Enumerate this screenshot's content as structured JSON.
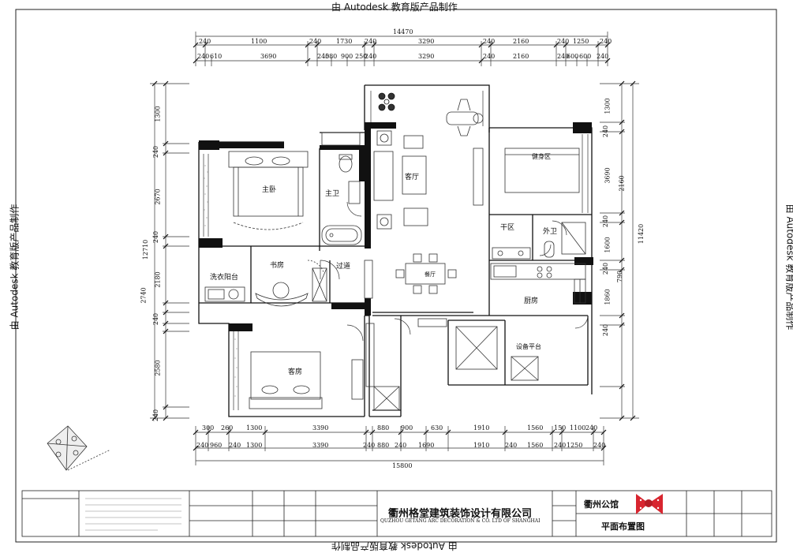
{
  "watermark": "由 Autodesk 教育版产品制作",
  "dimensions": {
    "top_total": "14470",
    "top_row1": [
      "240",
      "1100",
      "240",
      "1730",
      "240",
      "3290",
      "240",
      "2160",
      "240",
      "1250",
      "240"
    ],
    "top_row2": [
      "240",
      "610",
      "3690",
      "240",
      "580",
      "900",
      "250",
      "240",
      "3290",
      "240",
      "2160",
      "240",
      "600",
      "600",
      "240"
    ],
    "bottom_row1": [
      "300",
      "260",
      "1300",
      "3390",
      "880",
      "900",
      "630",
      "1910",
      "1560",
      "150",
      "1100",
      "240"
    ],
    "bottom_row2": [
      "240",
      "960",
      "240",
      "1300",
      "3390",
      "240",
      "880",
      "240",
      "1690",
      "1910",
      "240",
      "1560",
      "240",
      "1250",
      "240"
    ],
    "bottom_total": "15800",
    "left_col1": [
      "1300",
      "240",
      "2670",
      "240",
      "2180",
      "240",
      "2580",
      "240"
    ],
    "left_col2": [
      "12710",
      "2740"
    ],
    "right_col1": [
      "1300",
      "240",
      "3690",
      "240",
      "1600",
      "240",
      "1860",
      "240"
    ],
    "right_col2": [
      "2160",
      "790",
      "11420"
    ]
  },
  "rooms": {
    "master_bedroom": "主卧",
    "master_bath": "主卫",
    "living_room": "客厅",
    "fitness": "健身区",
    "dry_area": "干区",
    "guest_bath": "外卫",
    "dining": "餐厅",
    "kitchen": "厨房",
    "laundry_balcony": "洗衣阳台",
    "study": "书房",
    "corridor": "过道",
    "guest_room": "客房",
    "equipment_balcony": "设备平台"
  },
  "title_block": {
    "company_cn": "衢州格堂建筑装饰设计有限公司",
    "company_en": "QUZHOU GETANG ARC DECORATION & CO. LTD OF SHANGHAI",
    "project": "衢州公馆",
    "drawing": "平面布置图"
  }
}
